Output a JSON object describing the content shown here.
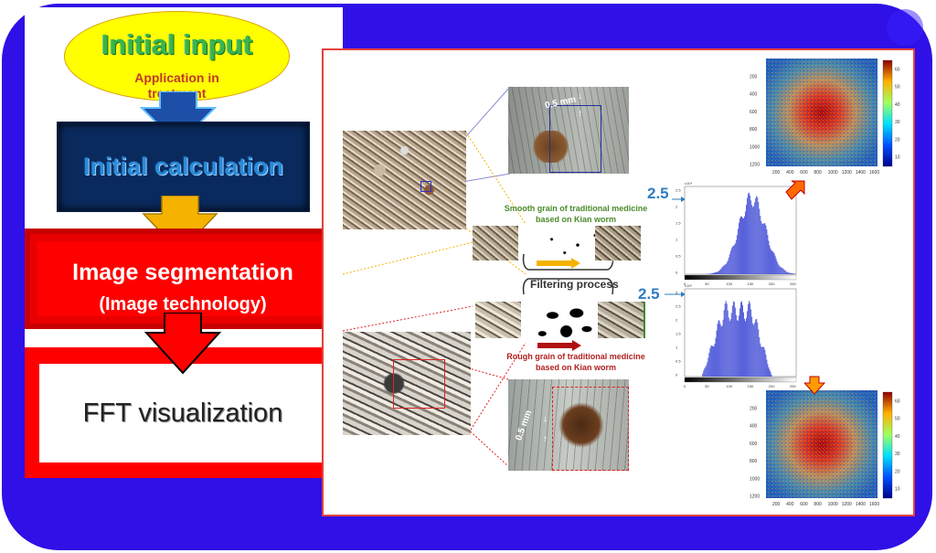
{
  "flow": {
    "initial_input": "Initial input",
    "initial_input_sub_line1": "Application in",
    "initial_input_sub_line2": "treatment",
    "initial_calculation": "Initial calculation",
    "segmentation_title": "Image segmentation",
    "segmentation_sub": "(Image technology)",
    "fft_title": "FFT visualization"
  },
  "figure": {
    "smooth_label_line1": "Smooth grain of traditional medicine",
    "smooth_label_line2": "based on Kian worm",
    "rough_label_line1": "Rough grain of traditional medicine",
    "rough_label_line2": "based on Kian worm",
    "filtering": "Filtering process",
    "scale_top": "0.5 mm",
    "scale_bottom": "0.5 mm",
    "hist_marker_top": "2.5",
    "hist_marker_bottom": "2.5",
    "hist_exponent": "x10⁴",
    "fft_y_ticks": [
      "200",
      "400",
      "600",
      "800",
      "1000",
      "1200"
    ],
    "fft_x_ticks": [
      "200",
      "400",
      "600",
      "800",
      "1000",
      "1200",
      "1400",
      "1600"
    ],
    "fft_colorbar_ticks": [
      "60",
      "50",
      "40",
      "30",
      "20",
      "10"
    ],
    "hist_x_ticks": [
      "0",
      "50",
      "100",
      "150",
      "200",
      "250"
    ],
    "hist_top_y_ticks": [
      "2.5",
      "2",
      "1.5",
      "1",
      "0.5",
      "0"
    ],
    "hist_bottom_y_ticks": [
      "3",
      "2.5",
      "2",
      "1.5",
      "1",
      "0.5",
      "0"
    ]
  },
  "colors": {
    "background": "#2f10e6",
    "oval_fill": "#ffff00",
    "calc_box": "#0a2a5e",
    "segmentation_box": "#ff0000",
    "arrow_blue": "#1e4fa8",
    "arrow_gold": "#f5b300",
    "panel_border": "#e4403a",
    "histogram_bar": "#4b55d8"
  }
}
